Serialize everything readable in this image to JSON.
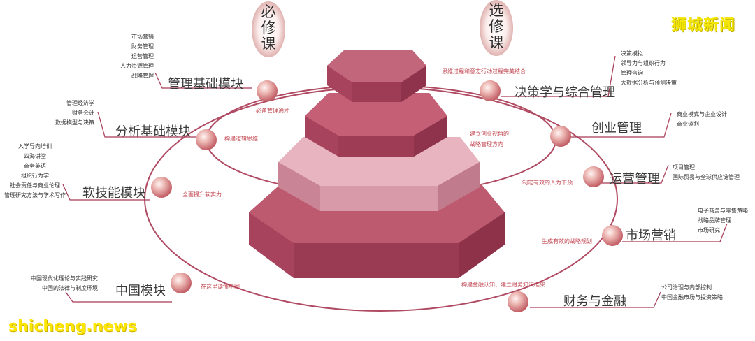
{
  "header": {
    "required_chars": [
      "必",
      "修",
      "课"
    ],
    "elective_chars": [
      "选",
      "修",
      "课"
    ]
  },
  "watermark": {
    "brand": "狮城新闻",
    "site": "shicheng.news"
  },
  "left_modules": [
    {
      "title": "管理基础模块",
      "desc": "必备管理通才",
      "items": [
        "市场营销",
        "财务管理",
        "运营管理",
        "人力资源管理",
        "战略管理"
      ]
    },
    {
      "title": "分析基础模块",
      "desc": "构建逻辑思维",
      "items": [
        "管理经济学",
        "财务会计",
        "数据模型与决策"
      ]
    },
    {
      "title": "软技能模块",
      "desc": "全面提升软实力",
      "items": [
        "入学导向培训",
        "四海讲堂",
        "商务英语",
        "组织行为学",
        "社会责任与商业伦理",
        "管理研究方法与学术写作"
      ]
    },
    {
      "title": "中国模块",
      "desc": "在这里读懂中国",
      "items": [
        "中国现代化理论与实践研究",
        "中国的法律与制度环境"
      ]
    }
  ],
  "right_modules": [
    {
      "title": "决策学与综合管理",
      "desc": "思维过程和意志行动过程完美结合",
      "items": [
        "决策模拟",
        "领导力与组织行为",
        "管理咨询",
        "大数据分析与预测决策"
      ]
    },
    {
      "title": "创业管理",
      "desc": "建立创业视角的",
      "desc2": "战略管理方向",
      "items": [
        "商业模式与企业设计",
        "商业谈判"
      ]
    },
    {
      "title": "运营管理",
      "desc": "制定有效的人为干预",
      "items": [
        "项目管理",
        "国际贸易与全球供应链管理"
      ]
    },
    {
      "title": "市场营销",
      "desc": "生成有效的战略规划",
      "items": [
        "电子商务与零售策略",
        "战略品牌管理",
        "市场研究"
      ]
    },
    {
      "title": "财务与金融",
      "desc": "构建金融认知、建立财务知识框架",
      "items": [
        "公司治理与内部控制",
        "中国金融市场与投资策略"
      ]
    }
  ],
  "colors": {
    "accent": "#b3485f",
    "pyramid_dark": "#9f3d57",
    "pyramid_light": "#d79aa6",
    "ring": "#b04a62",
    "text_desc": "#c0454f"
  }
}
